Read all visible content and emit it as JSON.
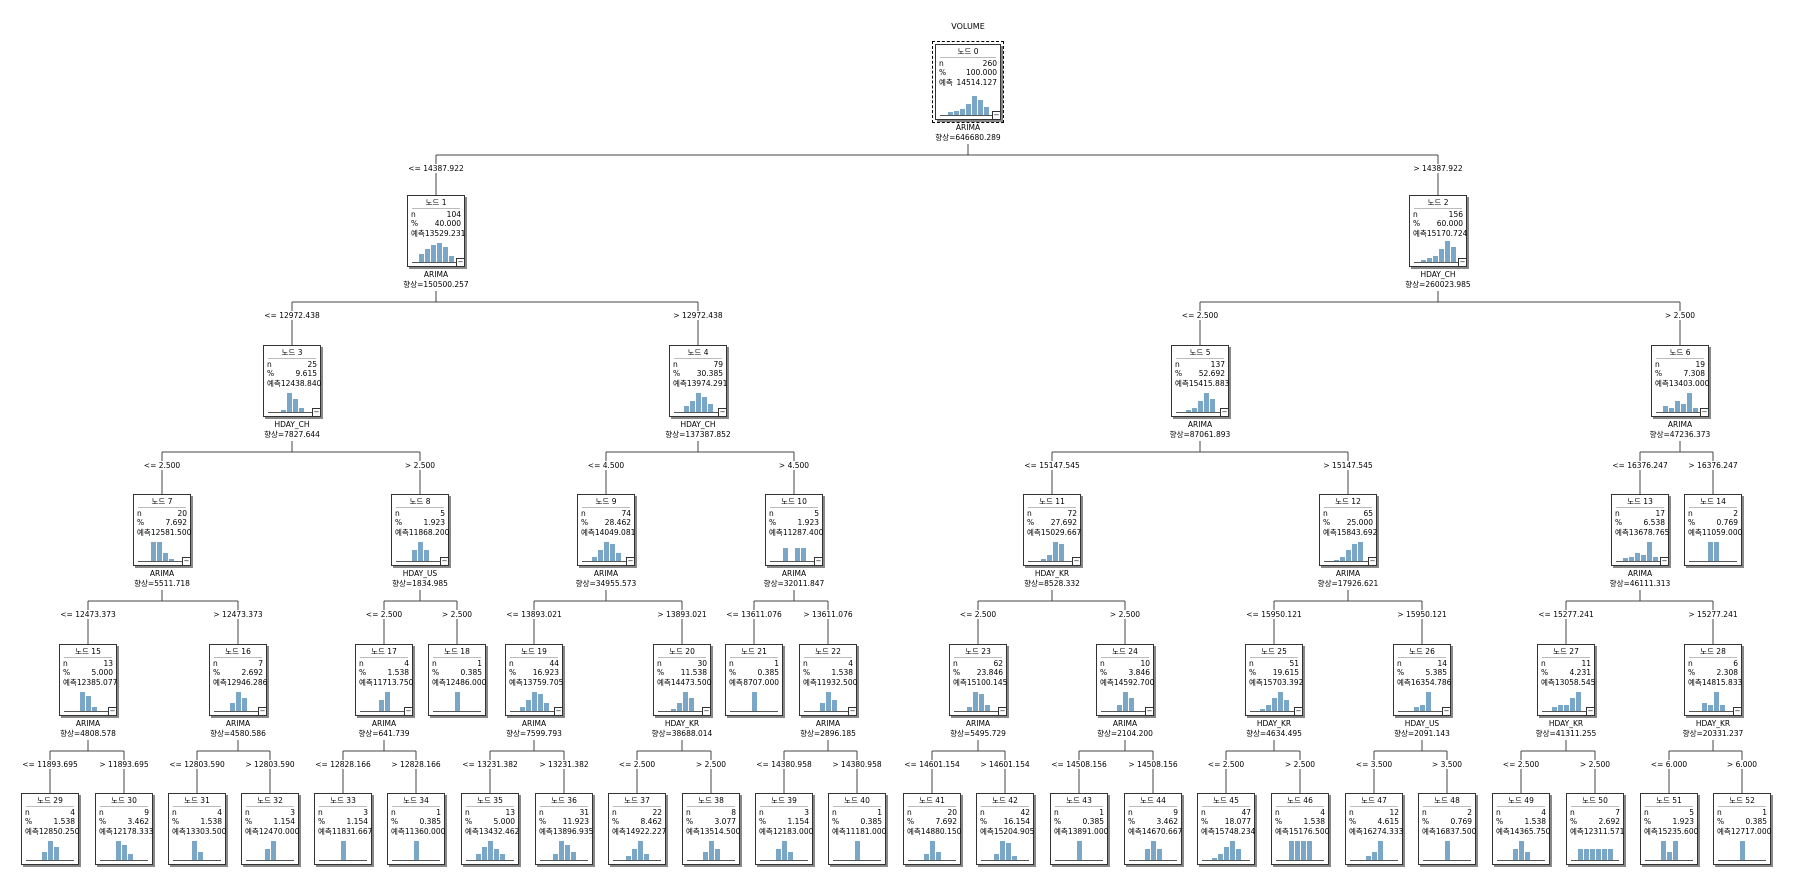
{
  "target": "VOLUME",
  "labels": {
    "n": "n",
    "pct": "%",
    "pred": "예측"
  },
  "colors": {
    "bar": "#7aa6c8",
    "line": "#444444"
  },
  "nodes": [
    {
      "id": 0,
      "title": "노드 0",
      "n": "260",
      "pct": "100.000",
      "pred": "14514.127",
      "hist": [
        0.15,
        0.2,
        0.3,
        0.5,
        0.9,
        0.7,
        0.4
      ],
      "split": "ARIMA",
      "gain": "향상=646680.289"
    },
    {
      "id": 1,
      "title": "노드 1",
      "n": "104",
      "pct": "40.000",
      "pred": "13529.231",
      "hist": [
        0.4,
        0.6,
        0.8,
        0.9,
        0.7,
        0.3
      ],
      "split": "ARIMA",
      "gain": "향상=150500.257",
      "cond": "<= 14387.922"
    },
    {
      "id": 2,
      "title": "노드 2",
      "n": "156",
      "pct": "60.000",
      "pred": "15170.724",
      "hist": [
        0.1,
        0.2,
        0.3,
        0.6,
        1.0,
        0.7
      ],
      "split": "HDAY_CH",
      "gain": "향상=260023.985",
      "cond": "> 14387.922"
    },
    {
      "id": 3,
      "title": "노드 3",
      "n": "25",
      "pct": "9.615",
      "pred": "12438.840",
      "hist": [
        0.1,
        0.9,
        0.6,
        0.2
      ],
      "split": "HDAY_CH",
      "gain": "향상=7827.644",
      "cond": "<= 12972.438"
    },
    {
      "id": 4,
      "title": "노드 4",
      "n": "79",
      "pct": "30.385",
      "pred": "13974.291",
      "hist": [
        0.3,
        0.5,
        0.9,
        0.7,
        0.4
      ],
      "split": "HDAY_CH",
      "gain": "향상=137387.852",
      "cond": "> 12972.438"
    },
    {
      "id": 5,
      "title": "노드 5",
      "n": "137",
      "pct": "52.692",
      "pred": "15415.883",
      "hist": [
        0.1,
        0.2,
        0.5,
        0.9,
        0.6
      ],
      "split": "ARIMA",
      "gain": "향상=87061.893",
      "cond": "<= 2.500"
    },
    {
      "id": 6,
      "title": "노드 6",
      "n": "19",
      "pct": "7.308",
      "pred": "13403.000",
      "hist": [
        0.3,
        0.2,
        0.5,
        0.4,
        0.9,
        0.2
      ],
      "split": "ARIMA",
      "gain": "향상=47236.373",
      "cond": "> 2.500"
    },
    {
      "id": 7,
      "title": "노드 7",
      "n": "20",
      "pct": "7.692",
      "pred": "12581.500",
      "hist": [
        0.9,
        0.9,
        0.4,
        0.1
      ],
      "split": "ARIMA",
      "gain": "향상=5511.718",
      "cond": "<= 2.500"
    },
    {
      "id": 8,
      "title": "노드 8",
      "n": "5",
      "pct": "1.923",
      "pred": "11868.200",
      "hist": [
        0.5,
        0.9,
        0.5
      ],
      "split": "HDAY_US",
      "gain": "향상=1834.985",
      "cond": "> 2.500"
    },
    {
      "id": 9,
      "title": "노드 9",
      "n": "74",
      "pct": "28.462",
      "pred": "14049.081",
      "hist": [
        0.2,
        0.5,
        0.9,
        0.8,
        0.4
      ],
      "split": "ARIMA",
      "gain": "향상=34955.573",
      "cond": "<= 4.500"
    },
    {
      "id": 10,
      "title": "노드 10",
      "n": "5",
      "pct": "1.923",
      "pred": "11287.400",
      "hist": [
        0.6,
        0.0,
        0.6,
        0.6
      ],
      "split": "ARIMA",
      "gain": "향상=32011.847",
      "cond": "> 4.500"
    },
    {
      "id": 11,
      "title": "노드 11",
      "n": "72",
      "pct": "27.692",
      "pred": "15029.667",
      "hist": [
        0.1,
        0.3,
        0.9,
        0.8
      ],
      "split": "HDAY_KR",
      "gain": "향상=8528.332",
      "cond": "<= 15147.545"
    },
    {
      "id": 12,
      "title": "노드 12",
      "n": "65",
      "pct": "25.000",
      "pred": "15843.692",
      "hist": [
        0.05,
        0.2,
        0.5,
        0.8,
        0.9
      ],
      "split": "ARIMA",
      "gain": "향상=17926.621",
      "cond": "> 15147.545"
    },
    {
      "id": 13,
      "title": "노드 13",
      "n": "17",
      "pct": "6.538",
      "pred": "13678.765",
      "hist": [
        0.15,
        0.2,
        0.4,
        0.3,
        0.9,
        0.2
      ],
      "split": "ARIMA",
      "gain": "향상=46111.313",
      "cond": "<= 16376.247"
    },
    {
      "id": 14,
      "title": "노드 14",
      "n": "2",
      "pct": "0.769",
      "pred": "11059.000",
      "hist": [
        0.9,
        0.9
      ],
      "cond": "> 16376.247"
    },
    {
      "id": 15,
      "title": "노드 15",
      "n": "13",
      "pct": "5.000",
      "pred": "12385.077",
      "hist": [
        0.9,
        0.7,
        0.2
      ],
      "split": "ARIMA",
      "gain": "향상=4808.578",
      "cond": "<= 12473.373"
    },
    {
      "id": 16,
      "title": "노드 16",
      "n": "7",
      "pct": "2.692",
      "pred": "12946.286",
      "hist": [
        0.4,
        0.9,
        0.6
      ],
      "split": "ARIMA",
      "gain": "향상=4580.586",
      "cond": "> 12473.373"
    },
    {
      "id": 17,
      "title": "노드 17",
      "n": "4",
      "pct": "1.538",
      "pred": "11713.750",
      "hist": [
        0.5,
        0.9
      ],
      "split": "ARIMA",
      "gain": "향상=641.739",
      "cond": "<= 2.500"
    },
    {
      "id": 18,
      "title": "노드 18",
      "n": "1",
      "pct": "0.385",
      "pred": "12486.000",
      "hist": [
        0.9
      ],
      "cond": "> 2.500"
    },
    {
      "id": 19,
      "title": "노드 19",
      "n": "44",
      "pct": "16.923",
      "pred": "13759.705",
      "hist": [
        0.2,
        0.5,
        0.9,
        0.8,
        0.4
      ],
      "split": "ARIMA",
      "gain": "향상=7599.793",
      "cond": "<= 13893.021"
    },
    {
      "id": 20,
      "title": "노드 20",
      "n": "30",
      "pct": "11.538",
      "pred": "14473.500",
      "hist": [
        0.1,
        0.4,
        0.9,
        0.6
      ],
      "split": "HDAY_KR",
      "gain": "향상=38688.014",
      "cond": "> 13893.021"
    },
    {
      "id": 21,
      "title": "노드 21",
      "n": "1",
      "pct": "0.385",
      "pred": "8707.000",
      "hist": [
        0.9
      ],
      "cond": "<= 13611.076"
    },
    {
      "id": 22,
      "title": "노드 22",
      "n": "4",
      "pct": "1.538",
      "pred": "11932.500",
      "hist": [
        0.4,
        0.9,
        0.5
      ],
      "split": "ARIMA",
      "gain": "향상=2896.185",
      "cond": "> 13611.076"
    },
    {
      "id": 23,
      "title": "노드 23",
      "n": "62",
      "pct": "23.846",
      "pred": "15100.145",
      "hist": [
        0.2,
        0.9,
        0.8,
        0.3
      ],
      "split": "ARIMA",
      "gain": "향상=5495.729",
      "cond": "<= 2.500"
    },
    {
      "id": 24,
      "title": "노드 24",
      "n": "10",
      "pct": "3.846",
      "pred": "14592.700",
      "hist": [
        0.3,
        0.9,
        0.6
      ],
      "split": "ARIMA",
      "gain": "향상=2104.200",
      "cond": "> 2.500"
    },
    {
      "id": 25,
      "title": "노드 25",
      "n": "51",
      "pct": "19.615",
      "pred": "15703.392",
      "hist": [
        0.1,
        0.3,
        0.6,
        0.9,
        0.5
      ],
      "split": "HDAY_KR",
      "gain": "향상=4634.495",
      "cond": "<= 15950.121"
    },
    {
      "id": 26,
      "title": "노드 26",
      "n": "14",
      "pct": "5.385",
      "pred": "16354.786",
      "hist": [
        0.2,
        0.3,
        0.9
      ],
      "split": "HDAY_US",
      "gain": "향상=2091.143",
      "cond": "> 15950.121"
    },
    {
      "id": 27,
      "title": "노드 27",
      "n": "11",
      "pct": "4.231",
      "pred": "13058.545",
      "hist": [
        0.2,
        0.3,
        0.3,
        0.6,
        0.9
      ],
      "split": "HDAY_KR",
      "gain": "향상=41311.255",
      "cond": "<= 15277.241"
    },
    {
      "id": 28,
      "title": "노드 28",
      "n": "6",
      "pct": "2.308",
      "pred": "14815.833",
      "hist": [
        0.4,
        0.3,
        0.9,
        0.3
      ],
      "split": "HDAY_KR",
      "gain": "향상=20331.237",
      "cond": "> 15277.241"
    },
    {
      "id": 29,
      "title": "노드 29",
      "n": "4",
      "pct": "1.538",
      "pred": "12850.250",
      "hist": [
        0.4,
        0.9,
        0.6
      ],
      "cond": "<= 11893.695"
    },
    {
      "id": 30,
      "title": "노드 30",
      "n": "9",
      "pct": "3.462",
      "pred": "12178.333",
      "hist": [
        0.9,
        0.7,
        0.3
      ],
      "cond": "> 11893.695"
    },
    {
      "id": 31,
      "title": "노드 31",
      "n": "4",
      "pct": "1.538",
      "pred": "13303.500",
      "hist": [
        0.9,
        0.4
      ],
      "cond": "<= 12803.590"
    },
    {
      "id": 32,
      "title": "노드 32",
      "n": "3",
      "pct": "1.154",
      "pred": "12470.000",
      "hist": [
        0.5,
        0.9
      ],
      "cond": "> 12803.590"
    },
    {
      "id": 33,
      "title": "노드 33",
      "n": "3",
      "pct": "1.154",
      "pred": "11831.667",
      "hist": [
        0.9
      ],
      "cond": "<= 12828.166"
    },
    {
      "id": 34,
      "title": "노드 34",
      "n": "1",
      "pct": "0.385",
      "pred": "11360.000",
      "hist": [
        0.9
      ],
      "cond": "> 12828.166"
    },
    {
      "id": 35,
      "title": "노드 35",
      "n": "13",
      "pct": "5.000",
      "pred": "13432.462",
      "hist": [
        0.3,
        0.6,
        0.9,
        0.5,
        0.3
      ],
      "cond": "<= 13231.382"
    },
    {
      "id": 36,
      "title": "노드 36",
      "n": "31",
      "pct": "11.923",
      "pred": "13896.935",
      "hist": [
        0.3,
        0.9,
        0.7,
        0.4
      ],
      "cond": "> 13231.382"
    },
    {
      "id": 37,
      "title": "노드 37",
      "n": "22",
      "pct": "8.462",
      "pred": "14922.227",
      "hist": [
        0.2,
        0.5,
        0.9,
        0.3
      ],
      "cond": "<= 2.500"
    },
    {
      "id": 38,
      "title": "노드 38",
      "n": "8",
      "pct": "3.077",
      "pred": "13514.500",
      "hist": [
        0.4,
        0.9,
        0.5
      ],
      "cond": "> 2.500"
    },
    {
      "id": 39,
      "title": "노드 39",
      "n": "3",
      "pct": "1.154",
      "pred": "12183.000",
      "hist": [
        0.5,
        0.9,
        0.4
      ],
      "cond": "<= 14380.958"
    },
    {
      "id": 40,
      "title": "노드 40",
      "n": "1",
      "pct": "0.385",
      "pred": "11181.000",
      "hist": [
        0.9
      ],
      "cond": "> 14380.958"
    },
    {
      "id": 41,
      "title": "노드 41",
      "n": "20",
      "pct": "7.692",
      "pred": "14880.150",
      "hist": [
        0.3,
        0.9,
        0.4
      ],
      "cond": "<= 14601.154"
    },
    {
      "id": 42,
      "title": "노드 42",
      "n": "42",
      "pct": "16.154",
      "pred": "15204.905",
      "hist": [
        0.3,
        0.9,
        0.8,
        0.2
      ],
      "cond": "> 14601.154"
    },
    {
      "id": 43,
      "title": "노드 43",
      "n": "1",
      "pct": "0.385",
      "pred": "13891.000",
      "hist": [
        0.9
      ],
      "cond": "<= 14508.156"
    },
    {
      "id": 44,
      "title": "노드 44",
      "n": "9",
      "pct": "3.462",
      "pred": "14670.667",
      "hist": [
        0.5,
        0.9,
        0.5
      ],
      "cond": "> 14508.156"
    },
    {
      "id": 45,
      "title": "노드 45",
      "n": "47",
      "pct": "18.077",
      "pred": "15748.234",
      "hist": [
        0.1,
        0.3,
        0.6,
        0.9,
        0.5
      ],
      "cond": "<= 2.500"
    },
    {
      "id": 46,
      "title": "노드 46",
      "n": "4",
      "pct": "1.538",
      "pred": "15176.500",
      "hist": [
        0.9,
        0.9,
        0.9,
        0.9
      ],
      "cond": "> 2.500"
    },
    {
      "id": 47,
      "title": "노드 47",
      "n": "12",
      "pct": "4.615",
      "pred": "16274.333",
      "hist": [
        0.2,
        0.4,
        0.9
      ],
      "cond": "<= 3.500"
    },
    {
      "id": 48,
      "title": "노드 48",
      "n": "2",
      "pct": "0.769",
      "pred": "16837.500",
      "hist": [
        0.9
      ],
      "cond": "> 3.500"
    },
    {
      "id": 49,
      "title": "노드 49",
      "n": "4",
      "pct": "1.538",
      "pred": "14365.750",
      "hist": [
        0.5,
        0.9,
        0.4
      ],
      "cond": "<= 2.500"
    },
    {
      "id": 50,
      "title": "노드 50",
      "n": "7",
      "pct": "2.692",
      "pred": "12311.571",
      "hist": [
        0.5,
        0.5,
        0.5,
        0.5,
        0.5,
        0.5
      ],
      "cond": "> 2.500"
    },
    {
      "id": 51,
      "title": "노드 51",
      "n": "5",
      "pct": "1.923",
      "pred": "15235.600",
      "hist": [
        0.9,
        0.4,
        0.9
      ],
      "cond": "<= 6.000"
    },
    {
      "id": 52,
      "title": "노드 52",
      "n": "1",
      "pct": "0.385",
      "pred": "12717.000",
      "hist": [
        0.9
      ],
      "cond": "> 6.000"
    }
  ],
  "edges": [
    [
      0,
      1
    ],
    [
      0,
      2
    ],
    [
      1,
      3
    ],
    [
      1,
      4
    ],
    [
      2,
      5
    ],
    [
      2,
      6
    ],
    [
      3,
      7
    ],
    [
      3,
      8
    ],
    [
      4,
      9
    ],
    [
      4,
      10
    ],
    [
      5,
      11
    ],
    [
      5,
      12
    ],
    [
      6,
      13
    ],
    [
      6,
      14
    ],
    [
      7,
      15
    ],
    [
      7,
      16
    ],
    [
      8,
      17
    ],
    [
      8,
      18
    ],
    [
      9,
      19
    ],
    [
      9,
      20
    ],
    [
      10,
      21
    ],
    [
      10,
      22
    ],
    [
      11,
      23
    ],
    [
      11,
      24
    ],
    [
      12,
      25
    ],
    [
      12,
      26
    ],
    [
      13,
      27
    ],
    [
      13,
      28
    ],
    [
      15,
      29
    ],
    [
      15,
      30
    ],
    [
      16,
      31
    ],
    [
      16,
      32
    ],
    [
      17,
      33
    ],
    [
      17,
      34
    ],
    [
      19,
      35
    ],
    [
      19,
      36
    ],
    [
      20,
      37
    ],
    [
      20,
      38
    ],
    [
      22,
      39
    ],
    [
      22,
      40
    ],
    [
      23,
      41
    ],
    [
      23,
      42
    ],
    [
      24,
      43
    ],
    [
      24,
      44
    ],
    [
      25,
      45
    ],
    [
      25,
      46
    ],
    [
      26,
      47
    ],
    [
      26,
      48
    ],
    [
      27,
      49
    ],
    [
      27,
      50
    ],
    [
      28,
      51
    ],
    [
      28,
      52
    ]
  ]
}
